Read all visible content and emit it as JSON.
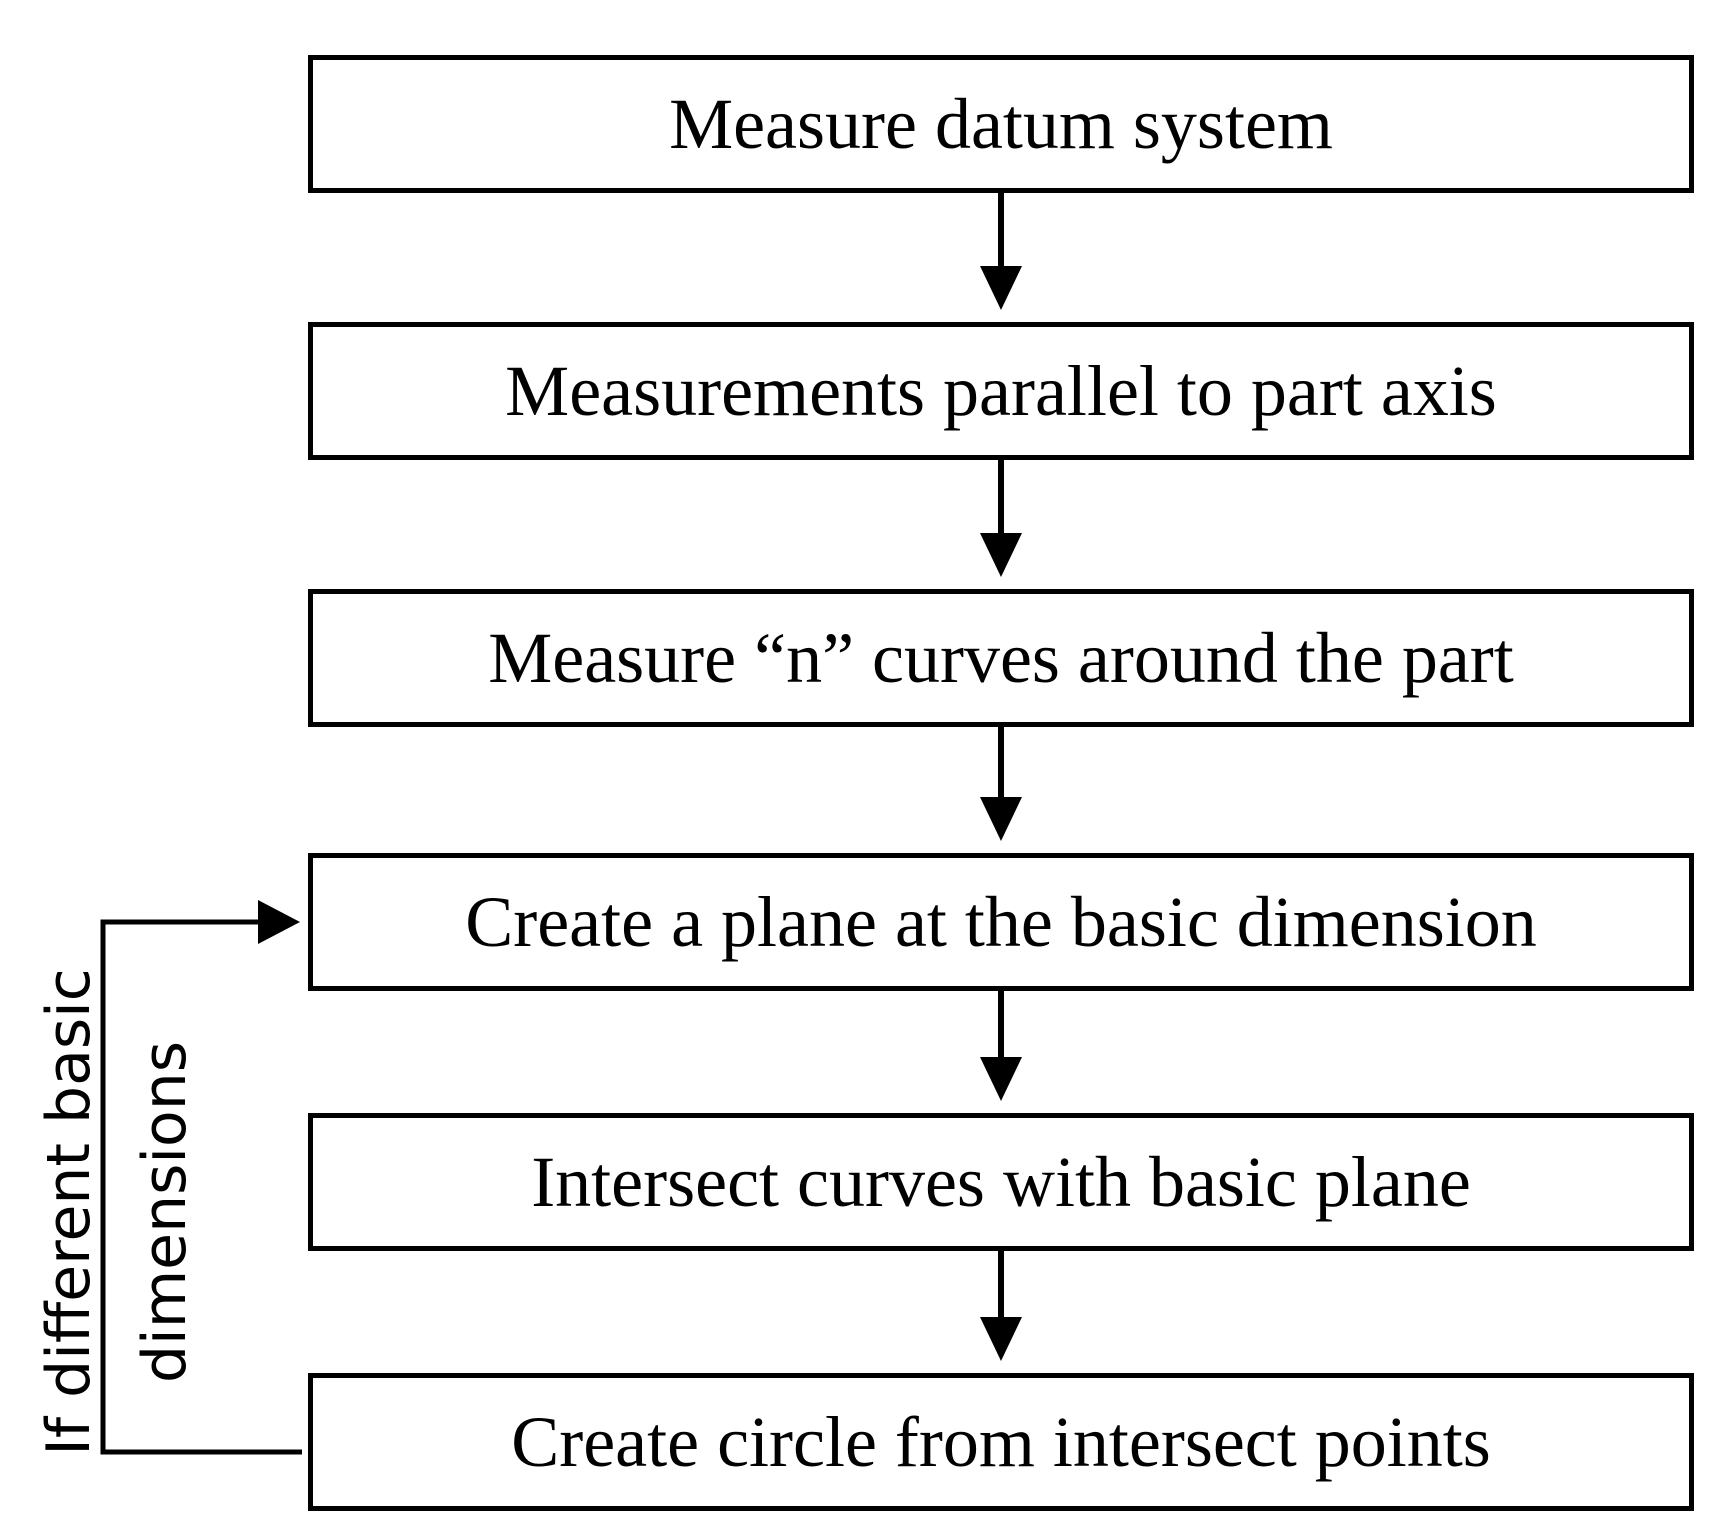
{
  "flowchart": {
    "steps": [
      {
        "label": "Measure datum system"
      },
      {
        "label": "Measurements parallel to part axis"
      },
      {
        "label": "Measure “n” curves around the part"
      },
      {
        "label": "Create a plane at the basic dimension"
      },
      {
        "label": "Intersect curves with basic plane"
      },
      {
        "label": "Create circle from intersect points"
      }
    ],
    "loop": {
      "line1": "If different basic",
      "line2": "dimensions"
    }
  }
}
